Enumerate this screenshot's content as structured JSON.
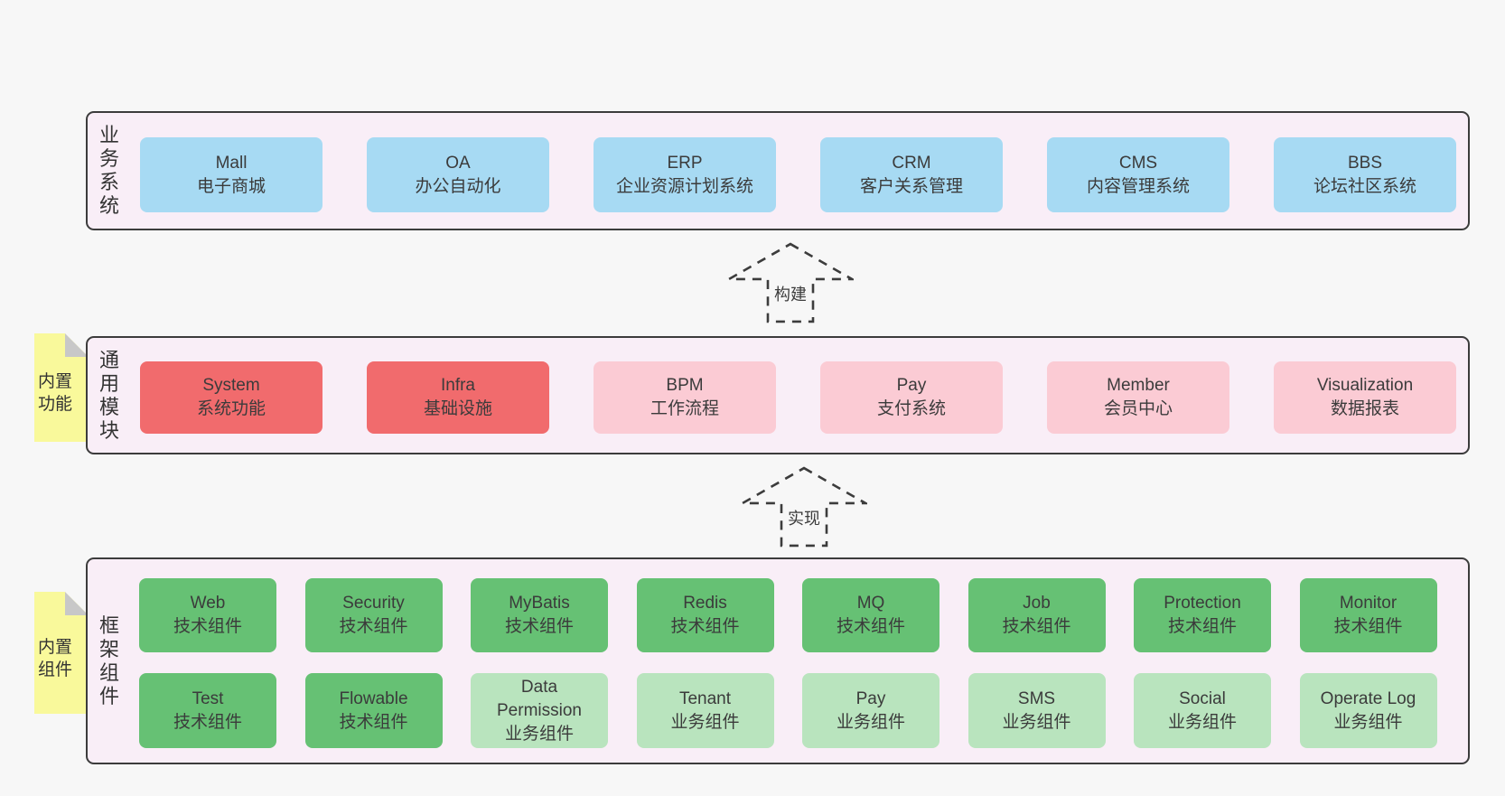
{
  "palette": {
    "page_background": "#f7f7f7",
    "panel_fill": "#f9eef7",
    "panel_border": "#3c3c3c",
    "blue_box": "#a7daf3",
    "red_box": "#f16b6d",
    "pink_box": "#fbcbd4",
    "green_box": "#66c174",
    "light_green_box": "#b9e4be",
    "sticky_note": "#f9f99b",
    "sticky_fold": "#c8c8c8",
    "text": "#3b3b3b"
  },
  "layers": [
    {
      "label": "业务系统",
      "boxes": [
        {
          "title": "Mall",
          "subtitle": "电子商城"
        },
        {
          "title": "OA",
          "subtitle": "办公自动化"
        },
        {
          "title": "ERP",
          "subtitle": "企业资源计划系统"
        },
        {
          "title": "CRM",
          "subtitle": "客户关系管理"
        },
        {
          "title": "CMS",
          "subtitle": "内容管理系统"
        },
        {
          "title": "BBS",
          "subtitle": "论坛社区系统"
        }
      ]
    },
    {
      "label": "通用模块",
      "tag": "内置功能",
      "boxes": [
        {
          "title": "System",
          "subtitle": "系统功能"
        },
        {
          "title": "Infra",
          "subtitle": "基础设施"
        },
        {
          "title": "BPM",
          "subtitle": "工作流程"
        },
        {
          "title": "Pay",
          "subtitle": "支付系统"
        },
        {
          "title": "Member",
          "subtitle": "会员中心"
        },
        {
          "title": "Visualization",
          "subtitle": "数据报表"
        }
      ]
    },
    {
      "label": "框架组件",
      "tag": "内置组件",
      "rows": [
        [
          {
            "title": "Web",
            "subtitle": "技术组件"
          },
          {
            "title": "Security",
            "subtitle": "技术组件"
          },
          {
            "title": "MyBatis",
            "subtitle": "技术组件"
          },
          {
            "title": "Redis",
            "subtitle": "技术组件"
          },
          {
            "title": "MQ",
            "subtitle": "技术组件"
          },
          {
            "title": "Job",
            "subtitle": "技术组件"
          },
          {
            "title": "Protection",
            "subtitle": "技术组件"
          },
          {
            "title": "Monitor",
            "subtitle": "技术组件"
          }
        ],
        [
          {
            "title": "Test",
            "subtitle": "技术组件"
          },
          {
            "title": "Flowable",
            "subtitle": "技术组件"
          },
          {
            "title": "Data Permission",
            "subtitle": "业务组件"
          },
          {
            "title": "Tenant",
            "subtitle": "业务组件"
          },
          {
            "title": "Pay",
            "subtitle": "业务组件"
          },
          {
            "title": "SMS",
            "subtitle": "业务组件"
          },
          {
            "title": "Social",
            "subtitle": "业务组件"
          },
          {
            "title": "Operate Log",
            "subtitle": "业务组件"
          }
        ]
      ]
    }
  ],
  "arrows": [
    {
      "label": "构建"
    },
    {
      "label": "实现"
    }
  ]
}
